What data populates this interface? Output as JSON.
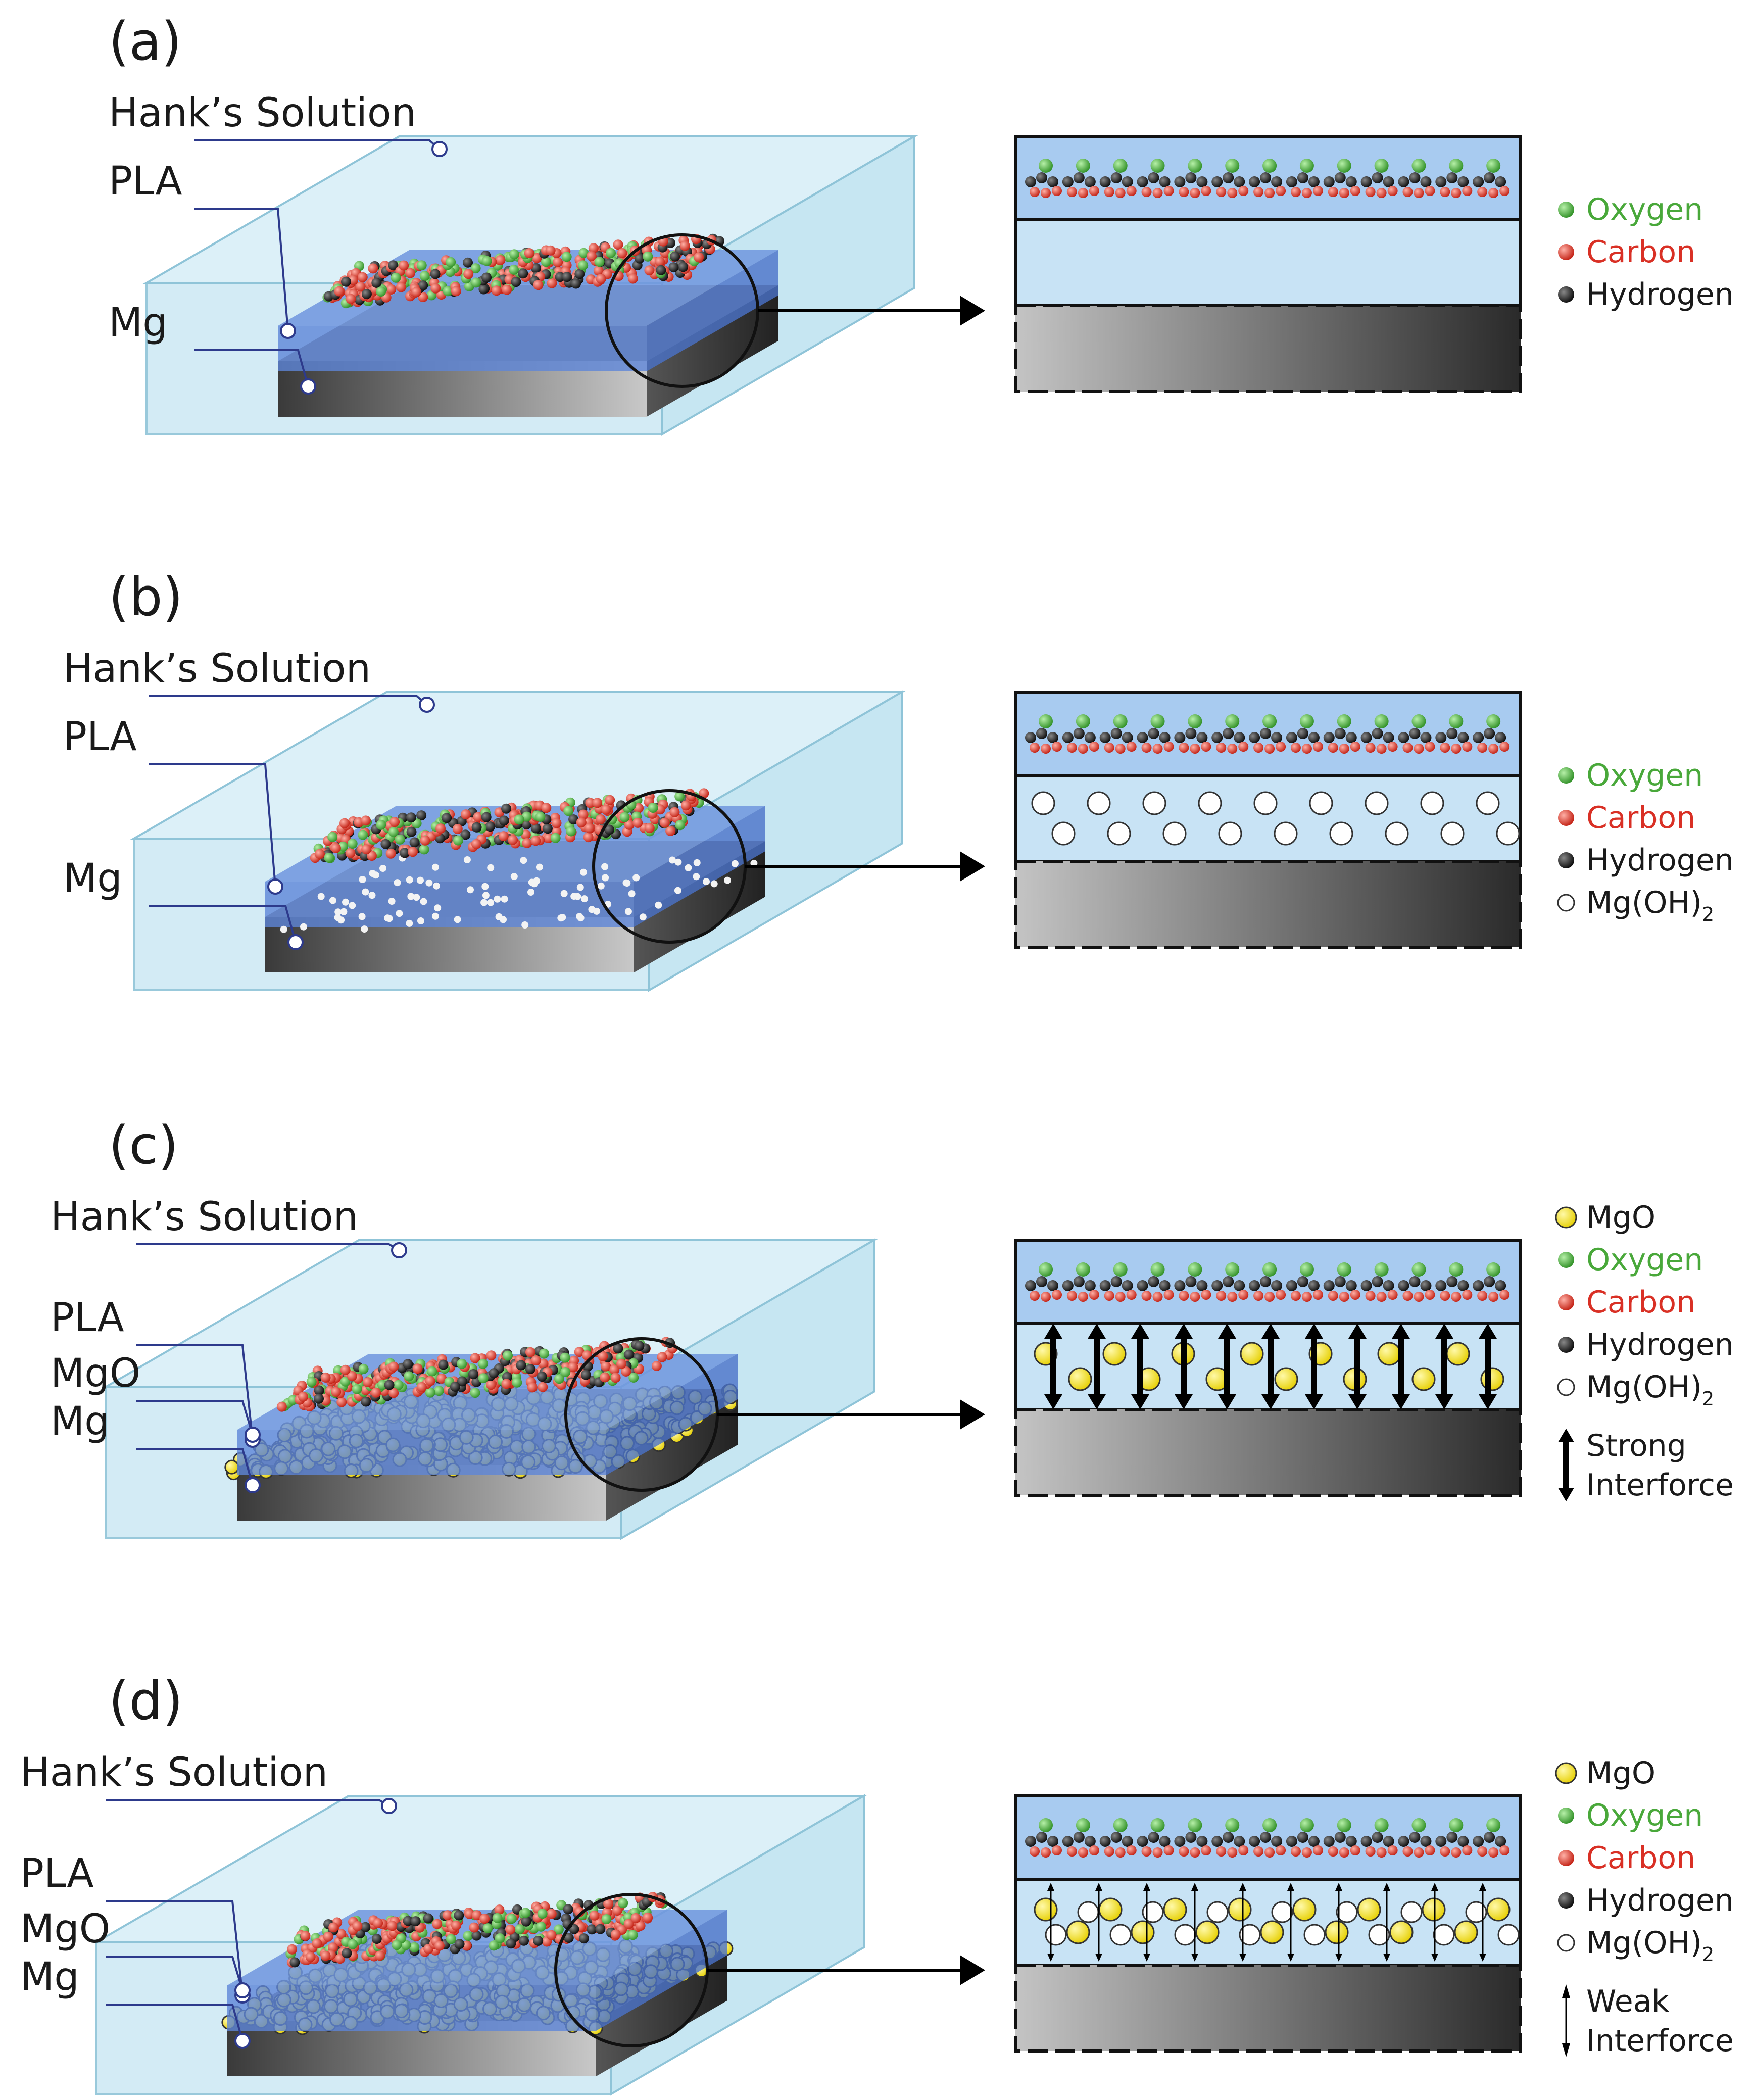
{
  "panels": [
    {
      "id": "a",
      "label": "(a)",
      "callouts": [
        "Hank’s Solution",
        "PLA",
        "Mg"
      ],
      "legend": [
        {
          "text": "Oxygen",
          "color": "#49a83a",
          "icon": "oxygen-atom"
        },
        {
          "text": "Carbon",
          "color": "#d93025",
          "icon": "carbon-atom"
        },
        {
          "text": "Hydrogen",
          "color": "#1a1a1a",
          "icon": "hydrogen-atom"
        }
      ]
    },
    {
      "id": "b",
      "label": "(b)",
      "callouts": [
        "Hank’s Solution",
        "PLA",
        "Mg"
      ],
      "legend": [
        {
          "text": "Oxygen",
          "color": "#49a83a",
          "icon": "oxygen-atom"
        },
        {
          "text": "Carbon",
          "color": "#d93025",
          "icon": "carbon-atom"
        },
        {
          "text": "Hydrogen",
          "color": "#1a1a1a",
          "icon": "hydrogen-atom"
        },
        {
          "text": "Mg(OH)",
          "sub": "2",
          "color": "#1a1a1a",
          "icon": "mgoh2-particle"
        }
      ]
    },
    {
      "id": "c",
      "label": "(c)",
      "callouts": [
        "Hank’s Solution",
        "PLA",
        "MgO",
        "Mg"
      ],
      "legend": [
        {
          "text": "MgO",
          "color": "#1a1a1a",
          "icon": "mgo-particle"
        },
        {
          "text": "Oxygen",
          "color": "#49a83a",
          "icon": "oxygen-atom"
        },
        {
          "text": "Carbon",
          "color": "#d93025",
          "icon": "carbon-atom"
        },
        {
          "text": "Hydrogen",
          "color": "#1a1a1a",
          "icon": "hydrogen-atom"
        },
        {
          "text": "Mg(OH)",
          "sub": "2",
          "color": "#1a1a1a",
          "icon": "mgoh2-particle"
        }
      ],
      "force": [
        "Strong",
        "Interforce"
      ]
    },
    {
      "id": "d",
      "label": "(d)",
      "callouts": [
        "Hank’s Solution",
        "PLA",
        "MgO",
        "Mg"
      ],
      "legend": [
        {
          "text": "MgO",
          "color": "#1a1a1a",
          "icon": "mgo-particle"
        },
        {
          "text": "Oxygen",
          "color": "#49a83a",
          "icon": "oxygen-atom"
        },
        {
          "text": "Carbon",
          "color": "#d93025",
          "icon": "carbon-atom"
        },
        {
          "text": "Hydrogen",
          "color": "#1a1a1a",
          "icon": "hydrogen-atom"
        },
        {
          "text": "Mg(OH)",
          "sub": "2",
          "color": "#1a1a1a",
          "icon": "mgoh2-particle"
        }
      ],
      "force": [
        "Weak",
        "Interforce"
      ]
    }
  ],
  "colors": {
    "solution": "#cfe8f3",
    "pla": "#5a84d6",
    "oxygen": "#49a83a",
    "carbon": "#d93025",
    "hydrogen": "#1a1a1a",
    "mgo": "#f4e314",
    "callout_line": "#2d3a8c"
  }
}
